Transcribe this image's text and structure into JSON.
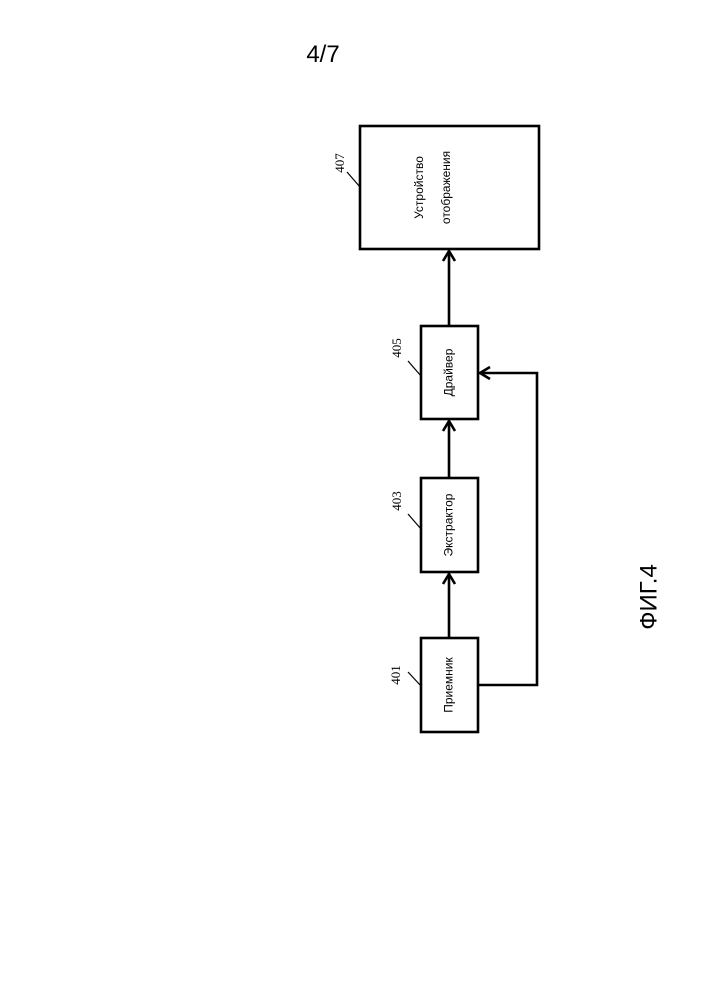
{
  "sheet_number": "4/7",
  "figure_label": "ФИГ.4",
  "blocks": {
    "receiver": {
      "label": "Приемник",
      "ref": "401"
    },
    "extractor": {
      "label": "Экстрактор",
      "ref": "403"
    },
    "driver": {
      "label": "Драйвер",
      "ref": "405"
    },
    "display": {
      "label_line1": "Устройство",
      "label_line2": "отображения",
      "ref": "407"
    }
  },
  "connections": [
    {
      "from": "401",
      "to": "403"
    },
    {
      "from": "403",
      "to": "405"
    },
    {
      "from": "405",
      "to": "407"
    },
    {
      "from": "401",
      "to": "405"
    }
  ]
}
